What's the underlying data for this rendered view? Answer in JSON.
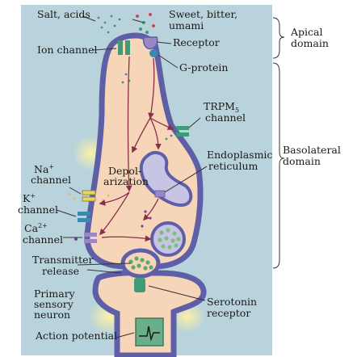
{
  "labels": {
    "salt_acids": "Salt, acids",
    "sweet_line1": "Sweet, bitter,",
    "sweet_line2": "umami",
    "receptor": "Receptor",
    "ion_channel": "Ion channel",
    "g_protein": "G-protein",
    "trpm5_line1": "TRPM",
    "trpm5_sub": "5",
    "trpm5_line2": "channel",
    "na_line1": "Na",
    "na_sup": "+",
    "na_line2": "channel",
    "depol_line1": "Depol-",
    "depol_line2": "arization",
    "endo_line1": "Endoplasmic",
    "endo_line2": "reticulum",
    "k_line1": "K",
    "k_sup": "+",
    "k_line2": "channel",
    "ca_line1": "Ca",
    "ca_sup": "2+",
    "ca_line2": "channel",
    "transmitter_line1": "Transmitter",
    "transmitter_line2": "release",
    "primary_line1": "Primary",
    "primary_line2": "sensory",
    "primary_line3": "neuron",
    "serotonin_line1": "Serotonin",
    "serotonin_line2": "receptor",
    "action_potential": "Action potential",
    "apical_line1": "Apical",
    "apical_line2": "domain",
    "basolateral_line1": "Basolateral",
    "basolateral_line2": "domain"
  },
  "colors": {
    "background_panel": "#b9d3dc",
    "cell_body": "#f6d5b8",
    "cell_membrane": "#5f5fa8",
    "organelle": "#c7c4e6",
    "vesicle": "#7fbf7a",
    "channel_green": "#3f9a7a",
    "channel_yellow": "#e9d36a",
    "channel_purple": "#9a86c2",
    "arrow": "#8a2f4a",
    "glow": "#f7e27a"
  }
}
